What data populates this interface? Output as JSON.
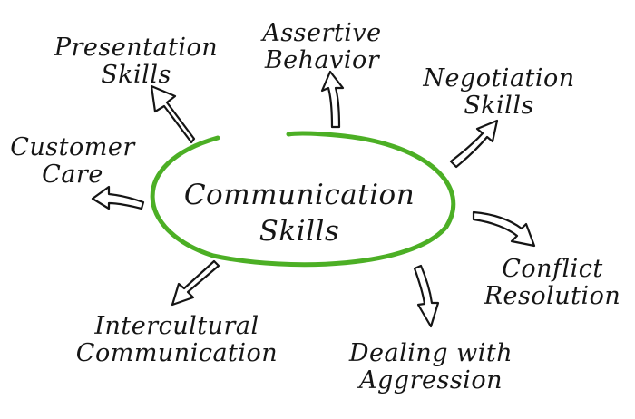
{
  "center": {
    "line1": "Communication",
    "line2": "Skills"
  },
  "skills": [
    {
      "line1": "Presentation",
      "line2": "Skills"
    },
    {
      "line1": "Assertive",
      "line2": "Behavior"
    },
    {
      "line1": "Negotiation",
      "line2": "Skills"
    },
    {
      "line1": "Customer",
      "line2": "Care"
    },
    {
      "line1": "Conflict",
      "line2": "Resolution"
    },
    {
      "line1": "Intercultural",
      "line2": "Communication"
    },
    {
      "line1": "Dealing with",
      "line2": "Aggression"
    }
  ],
  "colors": {
    "ellipse": "#4caf25",
    "ink": "#151515",
    "background": "#ffffff"
  }
}
